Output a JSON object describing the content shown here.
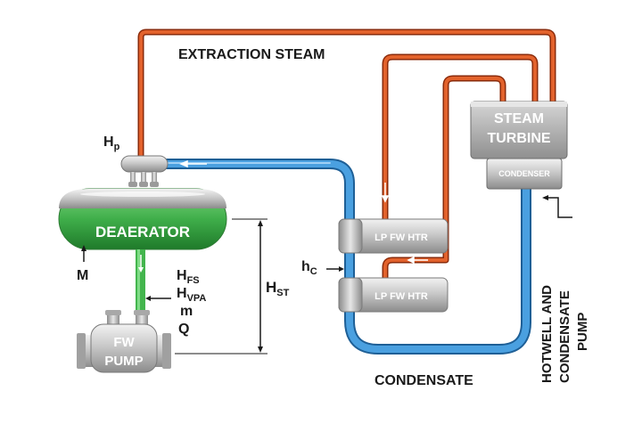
{
  "labels": {
    "extraction_steam": "EXTRACTION STEAM",
    "steam": "STEAM",
    "turbine": "TURBINE",
    "condenser": "CONDENSER",
    "hp_main": "H",
    "hp_sub": "p",
    "deaerator": "DEAERATOR",
    "m_upper": "M",
    "hfs_main": "H",
    "hfs_sub": "FS",
    "hvpa_main": "H",
    "hvpa_sub": "VPA",
    "m_lower": "m",
    "q": "Q",
    "hst_main": "H",
    "hst_sub": "ST",
    "hc_main": "h",
    "hc_sub": "C",
    "lp_fw_htr_1": "LP FW HTR",
    "lp_fw_htr_2": "LP FW HTR",
    "fw": "FW",
    "pump": "PUMP",
    "condensate": "CONDENSATE",
    "hotwell_1": "HOTWELL AND",
    "hotwell_2": "CONDENSATE",
    "hotwell_3": "PUMP"
  },
  "colors": {
    "steam_line": "#d9501e",
    "condensate_line": "#3c8fd4",
    "deaerator_green": "#3fae4a",
    "metal": "#b8b8b8",
    "label": "#1a1a1a"
  }
}
